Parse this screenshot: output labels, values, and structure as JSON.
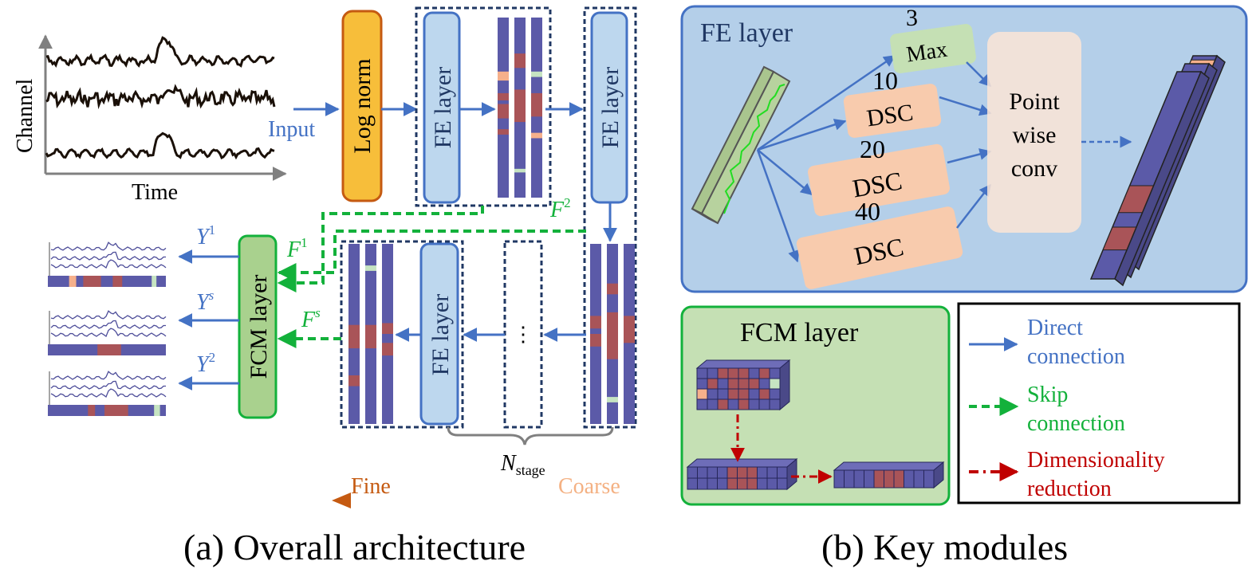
{
  "colors": {
    "blue": "#4472c4",
    "green": "#13b13b",
    "red": "#c00000",
    "orange_box": "#f7be3a",
    "light_blue": "#bdd7ee",
    "panel_blue": "#b4cfe9",
    "panel_green": "#c5e0b4",
    "purple": "#5b5aa8",
    "brick": "#a95458",
    "peach": "#f6b08b",
    "mint": "#c6e4c2"
  },
  "signal_plot": {
    "ylabel": "Channel",
    "xlabel": "Time"
  },
  "pipeline": {
    "input_label": "Input",
    "log_norm": "Log norm",
    "fe_layer": "FE layer",
    "fcm_layer": "FCM layer",
    "ellipsis": "⋮",
    "n_stage": {
      "base": "N",
      "sub": "stage"
    },
    "features": {
      "f2": {
        "base": "F",
        "sup": "2"
      },
      "f1": {
        "base": "F",
        "sup": "1"
      },
      "fs": {
        "base": "F",
        "sup": "s"
      }
    },
    "outputs": {
      "y1": {
        "base": "Y",
        "sup": "1"
      },
      "ys": {
        "base": "Y",
        "sup": "s"
      },
      "y2": {
        "base": "Y",
        "sup": "2"
      }
    },
    "fine_label": "Fine",
    "coarse_label": "Coarse"
  },
  "fe_module": {
    "title": "FE layer",
    "max_label": "Max",
    "max_kernel": "3",
    "dsc_label": "DSC",
    "dsc_kernels": [
      "10",
      "20",
      "40"
    ],
    "pointwise": [
      "Point",
      "wise",
      "conv"
    ]
  },
  "fcm_module": {
    "title": "FCM layer"
  },
  "legend": {
    "direct": [
      "Direct",
      "connection"
    ],
    "skip": [
      "Skip",
      "connection"
    ],
    "dimred": [
      "Dimensionality",
      "reduction"
    ]
  },
  "captions": {
    "a": "(a) Overall architecture",
    "b": "(b) Key modules"
  }
}
